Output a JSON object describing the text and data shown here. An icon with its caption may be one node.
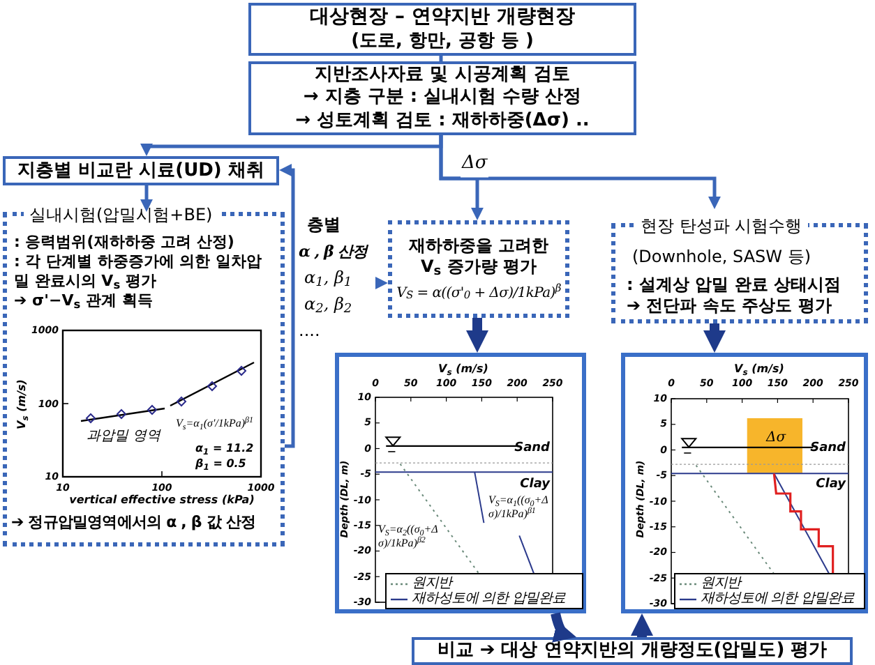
{
  "diagram": {
    "nodes": [
      {
        "text": [
          "대상현장 – 연약지반 개량현장",
          "(도로, 항만, 공항 등 )"
        ]
      },
      {
        "text": [
          "지반조사자료 및 시공계획 검토",
          "→ 지층 구분 : 실내시험 수량 산정",
          "→ 성토계획 검토 : 재하하중(Δσ) .."
        ]
      },
      {
        "text": [
          "지층별 비교란 시료(UD) 채취"
        ]
      },
      {
        "text": [
          "실내시험(압밀시험+BE)",
          ": 응력범위(재하하중 고려 산정)",
          ": 각 단계별 하중증가에 의한 일차압밀 완료시의 V$_{s}$ 평가",
          "➔ σ'−V$_{s}$ 관계 획득",
          "➔ 정규압밀영역에서의 α , β 값 산정"
        ]
      },
      {
        "text": [
          "층별",
          "α , β 산정",
          "α$_{1}$, β$_{1}$",
          "α$_{2}$, β$_{2}$",
          "...."
        ]
      },
      {
        "text": [
          "재하하중을 고려한 V$_{s}$ 증가량 평가",
          "V$_{S}$ = α((σ'$_{0}$ + Δσ)/1kPa)$^{β}$"
        ]
      },
      {
        "text": [
          "현장 탄성파 시험수행",
          "(Downhole, SASW 등)",
          ": 설계상 압밀 완료 상태시점 ➔ 전단파 속도 주상도 평가"
        ]
      },
      {
        "text": [],
        "shape": "box"
      },
      {
        "text": [],
        "shape": "box"
      },
      {
        "text": [
          "비교 ➔ 대상 연약지반의 개량정도(압밀도) 평가"
        ]
      }
    ],
    "edges": [
      {
        "from": 0,
        "to": 1,
        "arrow": "none"
      },
      {
        "from": 1,
        "to": 2,
        "arrow": "to"
      },
      {
        "from": 1,
        "to": 5,
        "arrow": "to",
        "label": "Δσ"
      },
      {
        "from": 1,
        "to": 6,
        "arrow": "to"
      },
      {
        "from": 2,
        "to": 3,
        "arrow": "to"
      },
      {
        "from": 3,
        "to": 2,
        "arrow": "to"
      },
      {
        "from": 4,
        "to": 5,
        "arrow": "to"
      },
      {
        "from": 5,
        "to": 7,
        "arrow": "to",
        "style": "thick",
        "color": "#1e3a8a"
      },
      {
        "from": 6,
        "to": 8,
        "arrow": "to",
        "style": "thick",
        "color": "#1e3a8a"
      },
      {
        "from": 7,
        "to": 9,
        "arrow": "to",
        "style": "thick",
        "color": "#1e3a8a"
      },
      {
        "from": 9,
        "to": 8,
        "arrow": "to",
        "style": "thick",
        "color": "#1e3a8a"
      }
    ],
    "labels": [
      "1000",
      "100",
      "10",
      "10",
      "100",
      "1000",
      "V$_{s}$ (m/s)",
      "vertical effective stress (kPa)",
      "과압밀 영역",
      "V$_{s}$=α$_{1}$(σ'/1kPa)$^{β1}$",
      "α$_{1}$ = 11.2",
      "β$_{1}$ = 0.5",
      "V$_{s}$ (m/s)",
      "0",
      "50",
      "100",
      "150",
      "200",
      "250",
      "10",
      "5",
      "0",
      "-5",
      "-10",
      "-15",
      "-20",
      "-25",
      "-30",
      "Depth (DL, m)",
      "Sand",
      "Clay",
      "V$_{S}$=α$_{1}$((σ$_{0}$+Δσ)/1kPa)$^{β1}$",
      "V$_{S}$=α$_{2}$((σ$_{0}$+Δσ)/1kPa)$^{β2}$",
      "V$_{s}$ (m/s)",
      "0",
      "50",
      "100",
      "150",
      "200",
      "250",
      "10",
      "5",
      "0",
      "-5",
      "-10",
      "-15",
      "-20",
      "-25",
      "-30",
      "Depth (DL, m)",
      "Sand",
      "Clay",
      "Δσ"
    ],
    "legend": [
      {
        "text": "원지반"
      },
      {
        "text": "재하성토에 의한 압밀완료"
      },
      {
        "text": "원지반"
      },
      {
        "text": "재하성토에 의한 압밀완료"
      }
    ]
  }
}
